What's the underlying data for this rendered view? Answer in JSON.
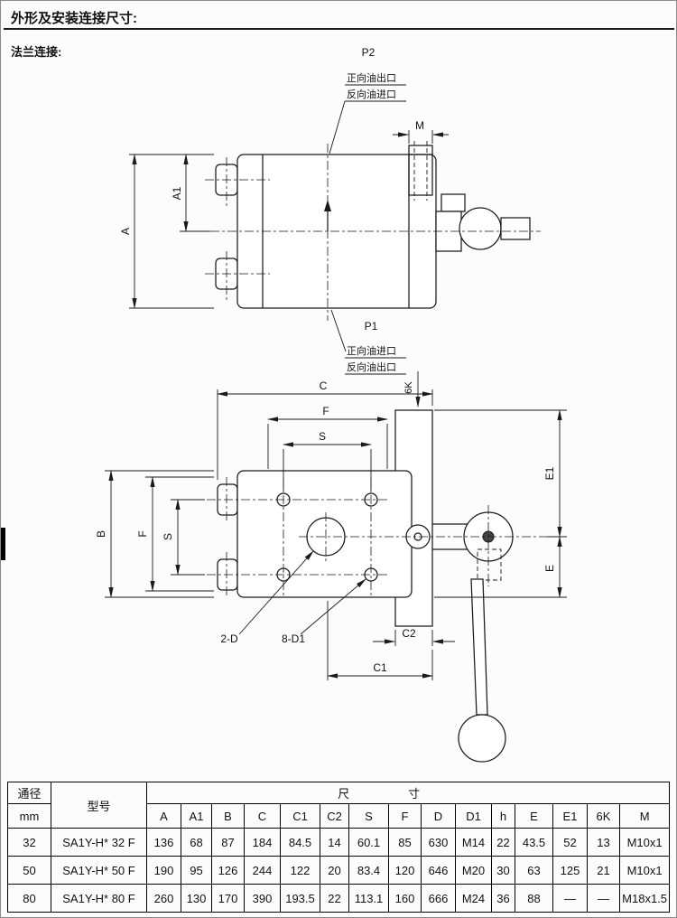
{
  "page": {
    "title": "外形及安装连接尺寸:",
    "connection_label": "法兰连接:"
  },
  "top_view": {
    "p2": "P2",
    "p2_line1": "正向油出口",
    "p2_line2": "反向油进口",
    "dim_m": "M",
    "dim_a1": "A1",
    "dim_a": "A",
    "p1": "P1",
    "p1_line1": "正向油进口",
    "p1_line2": "反向油出口"
  },
  "front_view": {
    "dim_c": "C",
    "dim_f_top": "F",
    "dim_s_top": "S",
    "dim_6k": "6K",
    "dim_e1": "E1",
    "dim_e": "E",
    "dim_b": "B",
    "dim_f_left": "F",
    "dim_s_left": "S",
    "label_2d": "2-D",
    "label_8d1": "8-D1",
    "dim_c2": "C2",
    "dim_c1": "C1"
  },
  "table": {
    "col_dn_line1": "通径",
    "col_dn_line2": "mm",
    "col_model": "型号",
    "col_size": "尺寸",
    "dims": [
      "A",
      "A1",
      "B",
      "C",
      "C1",
      "C2",
      "S",
      "F",
      "D",
      "D1",
      "h",
      "E",
      "E1",
      "6K",
      "M"
    ],
    "rows": [
      {
        "dn": "32",
        "model": "SA1Y-H* 32 F",
        "v": [
          "136",
          "68",
          "87",
          "184",
          "84.5",
          "14",
          "60.1",
          "85",
          "630",
          "M14",
          "22",
          "43.5",
          "52",
          "13",
          "M10x1"
        ]
      },
      {
        "dn": "50",
        "model": "SA1Y-H* 50 F",
        "v": [
          "190",
          "95",
          "126",
          "244",
          "122",
          "20",
          "83.4",
          "120",
          "646",
          "M20",
          "30",
          "63",
          "125",
          "21",
          "M10x1"
        ]
      },
      {
        "dn": "80",
        "model": "SA1Y-H* 80 F",
        "v": [
          "260",
          "130",
          "170",
          "390",
          "193.5",
          "22",
          "113.1",
          "160",
          "666",
          "M24",
          "36",
          "88",
          "—",
          "—",
          "M18x1.5"
        ]
      }
    ]
  }
}
